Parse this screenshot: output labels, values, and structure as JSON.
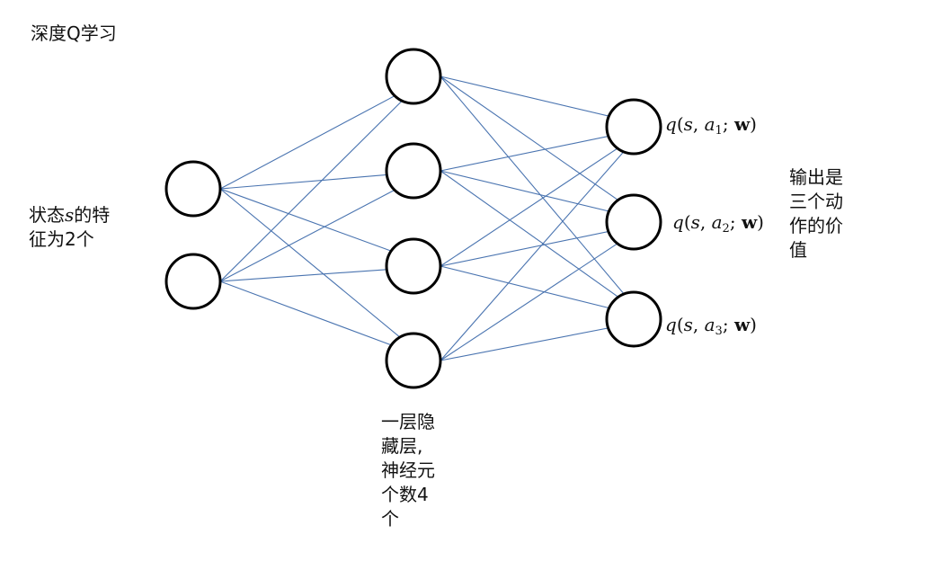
{
  "title": "深度Q学习",
  "input_label": {
    "before": "状态",
    "var": "s",
    "after": "的特",
    "line2": "征为2个"
  },
  "hidden_label": [
    "一层隐",
    "藏层,",
    "神经元",
    "个数4",
    "个"
  ],
  "output_label": [
    "输出是",
    "三个动",
    "作的价",
    "值"
  ],
  "outputs": [
    {
      "fn": "q",
      "arg": "s",
      "action": "a",
      "sub": "1",
      "param": "w"
    },
    {
      "fn": "q",
      "arg": "s",
      "action": "a",
      "sub": "2",
      "param": "w"
    },
    {
      "fn": "q",
      "arg": "s",
      "action": "a",
      "sub": "3",
      "param": "w"
    }
  ],
  "network": {
    "layers": [
      2,
      4,
      3
    ],
    "fully_connected": true
  },
  "colors": {
    "node_stroke": "#000000",
    "edge": "#4a74b0",
    "text": "#111111"
  }
}
